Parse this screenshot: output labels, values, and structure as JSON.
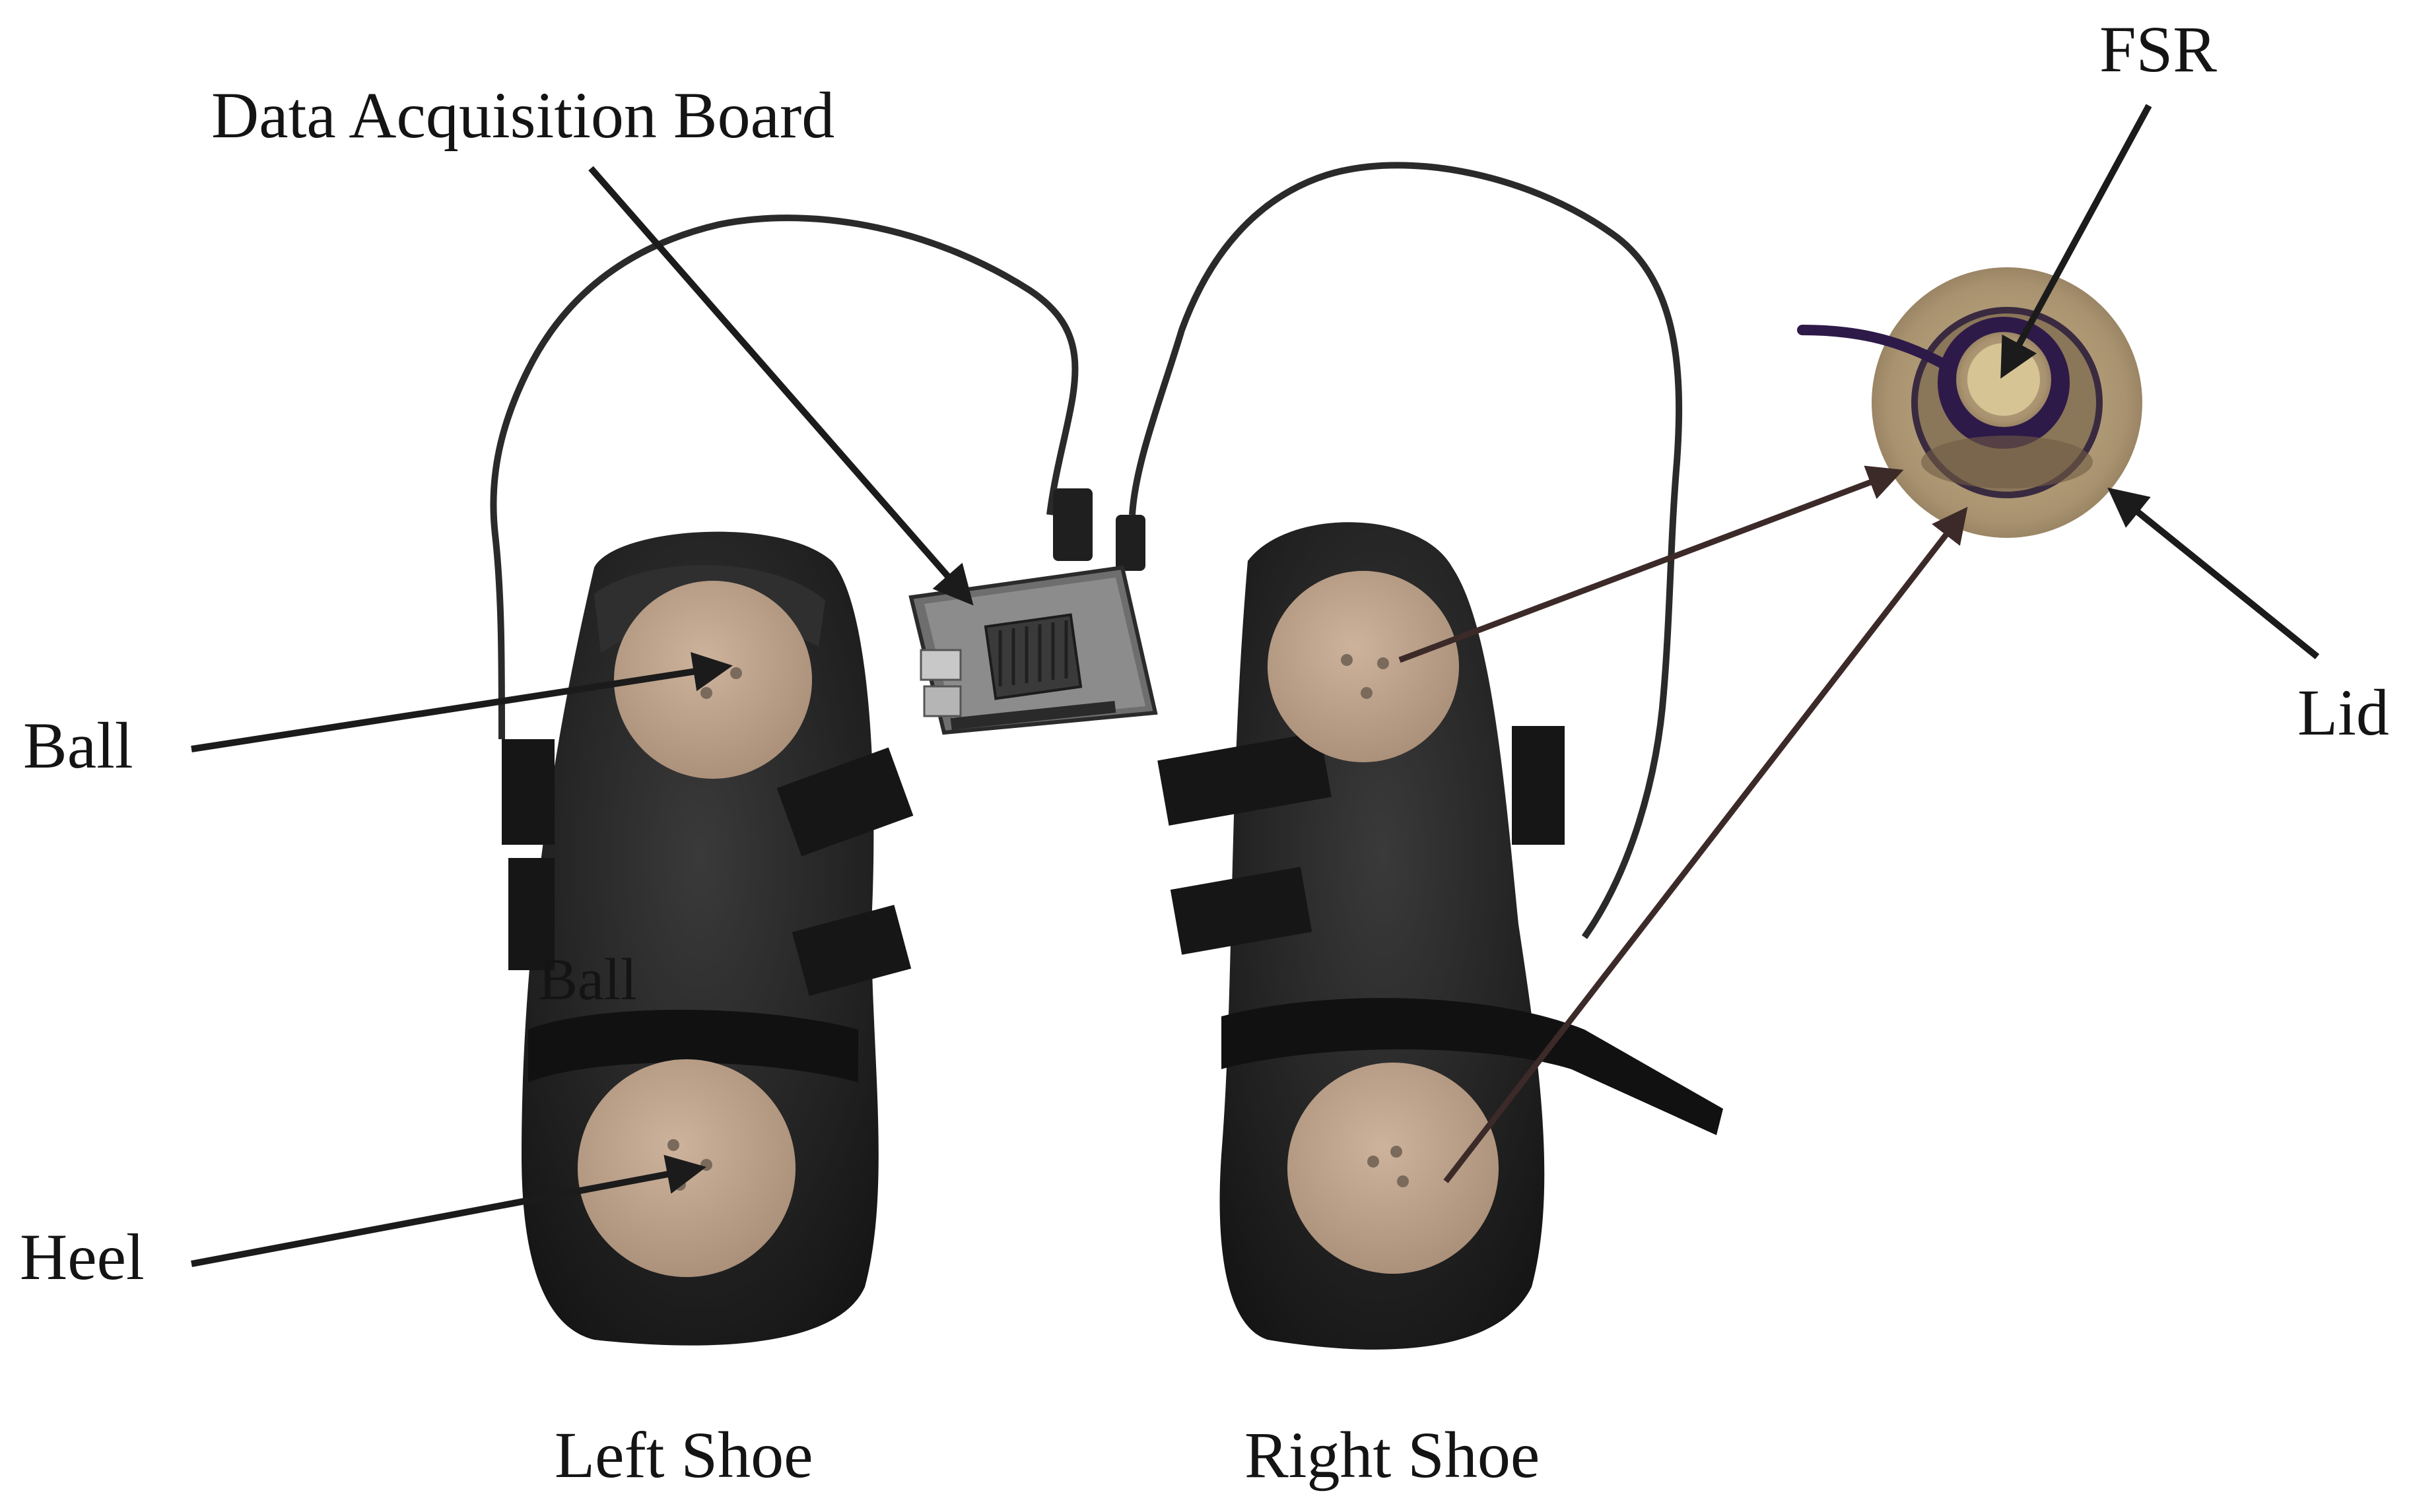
{
  "labels": {
    "data_board": "Data Acquisition Board",
    "fsr": "FSR",
    "lid": "Lid",
    "ball_left": "Ball",
    "ball_inner": "Ball",
    "heel": "Heel",
    "left_shoe": "Left Shoe",
    "right_shoe": "Right Shoe"
  },
  "colors": {
    "text": "#141414",
    "shoe_body": "#262626",
    "strap": "#1a1a1a",
    "sensor_pad": "#bfa48d",
    "arrow_dark": "#1b1b1b",
    "arrow_brown": "#3c2a28",
    "fsr_ring": "#a89272",
    "fsr_inner": "#d4c090",
    "fsr_cable": "#2e1a48"
  }
}
